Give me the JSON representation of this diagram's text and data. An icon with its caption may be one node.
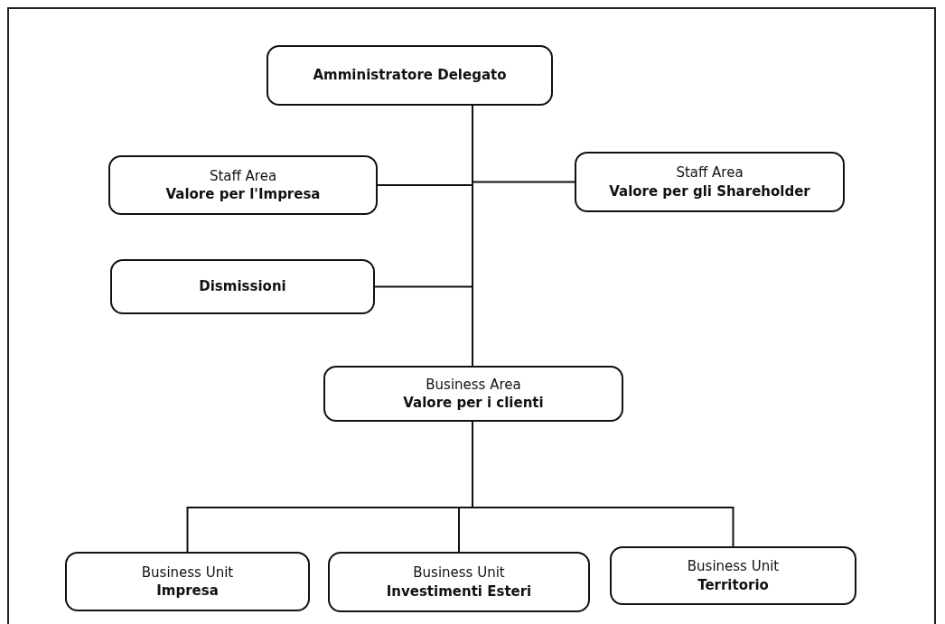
{
  "diagram": {
    "nodes": [
      {
        "text": [
          "Amministratore Delegato"
        ]
      },
      {
        "text": [
          "Staff Area",
          "Valore per l'Impresa"
        ]
      },
      {
        "text": [
          "Staff Area",
          "Valore per gli Shareholder"
        ]
      },
      {
        "text": [
          "Dismissioni"
        ]
      },
      {
        "text": [
          "Business Area",
          "Valore per i clienti"
        ]
      },
      {
        "text": [
          "Business Unit",
          "Impresa"
        ]
      },
      {
        "text": [
          "Business Unit",
          "Investimenti Esteri"
        ]
      },
      {
        "text": [
          "Business Unit",
          "Territorio"
        ]
      }
    ],
    "edges": [
      {
        "from": 0,
        "to": 1,
        "arrow": "none"
      },
      {
        "from": 0,
        "to": 2,
        "arrow": "none"
      },
      {
        "from": 0,
        "to": 3,
        "arrow": "none"
      },
      {
        "from": 0,
        "to": 4,
        "arrow": "none"
      },
      {
        "from": 4,
        "to": 5,
        "arrow": "none"
      },
      {
        "from": 4,
        "to": 6,
        "arrow": "none"
      },
      {
        "from": 4,
        "to": 7,
        "arrow": "none"
      }
    ]
  }
}
